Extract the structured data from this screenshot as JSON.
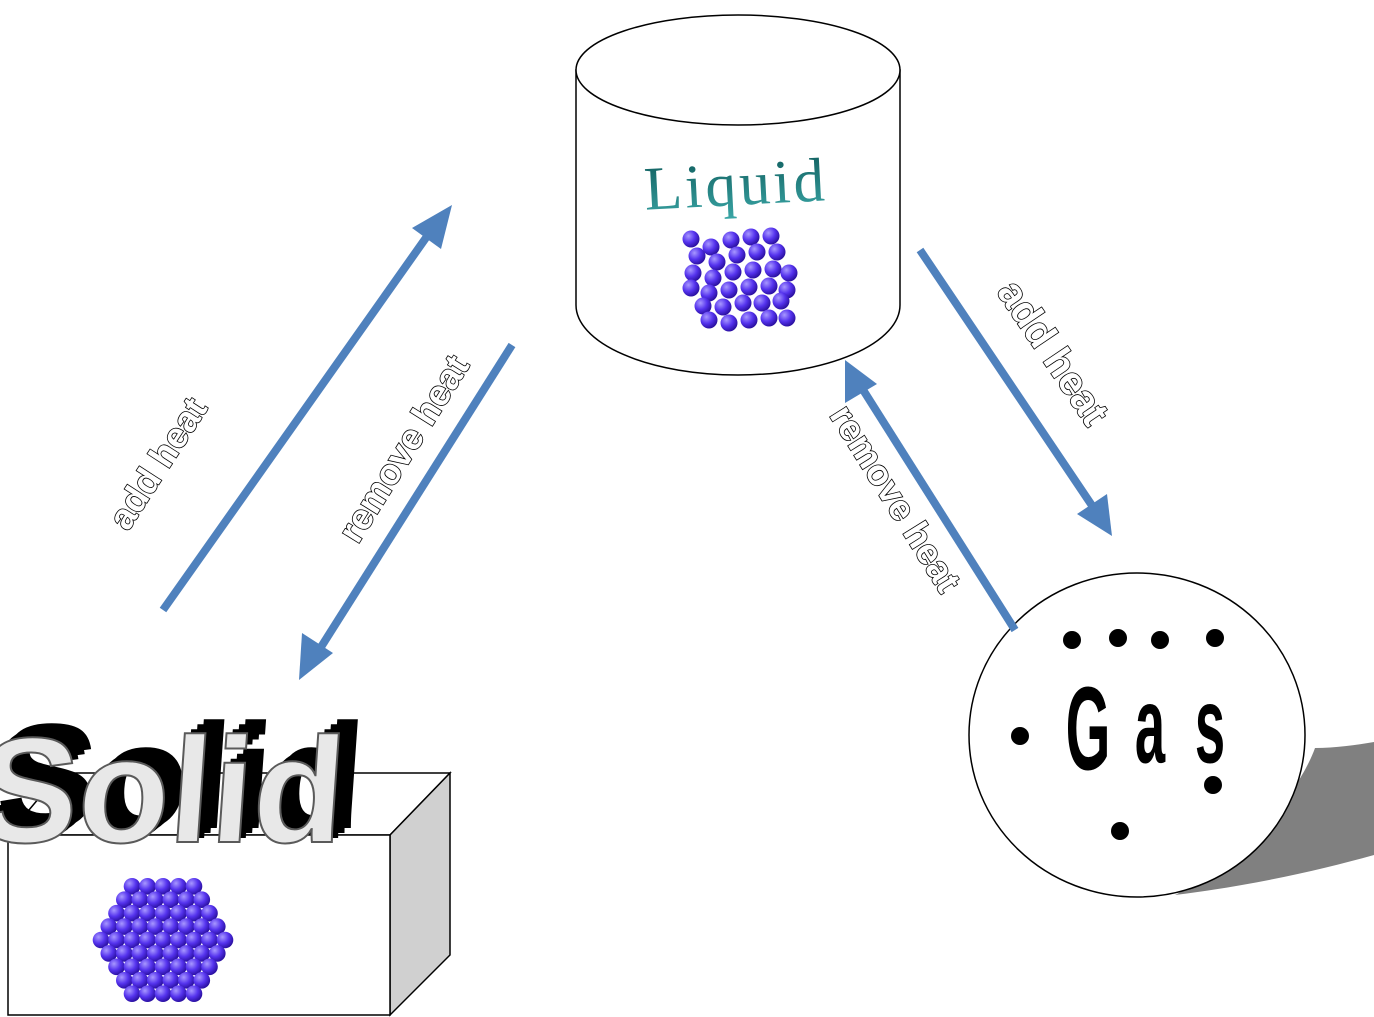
{
  "diagram": {
    "states": {
      "liquid": {
        "label": "Liquid"
      },
      "solid": {
        "label": "Solid"
      },
      "gas": {
        "label": "Gas",
        "letters": [
          "G",
          "a",
          "s"
        ]
      }
    },
    "transitions": {
      "solid_to_liquid": {
        "label": "add heat"
      },
      "liquid_to_solid": {
        "label": "remove heat"
      },
      "liquid_to_gas": {
        "label": "add heat"
      },
      "gas_to_liquid": {
        "label": "remove heat"
      }
    },
    "colors": {
      "arrow": "#4F81BD",
      "particle": "#5533EE",
      "particle_highlight": "#A898FF",
      "particle_dark": "#2A10A0",
      "liquid_text_top": "#0E5A5A",
      "liquid_text_bottom": "#3AA6A6",
      "shadow": "#808080",
      "box_side": "#D0D0D0"
    }
  }
}
